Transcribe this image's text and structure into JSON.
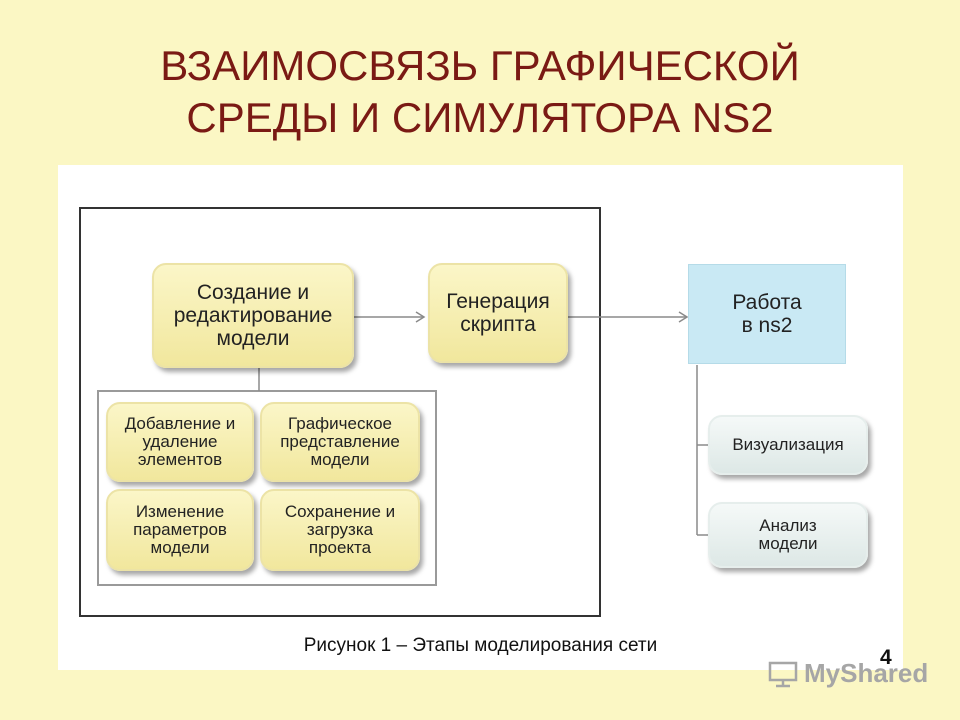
{
  "title": {
    "line1": "ВЗАИМОСВЯЗЬ ГРАФИЧЕСКОЙ",
    "line2": "СРЕДЫ И СИМУЛЯТОРА NS2"
  },
  "diagram": {
    "nodes": {
      "create": "Создание и\nредактирование\nмодели",
      "generate": "Генерация\nскрипта",
      "run": "Работа\nв ns2",
      "add_remove": "Добавление и\nудаление\nэлементов",
      "graphic_view": "Графическое\nпредставление\nмодели",
      "change_params": "Изменение\nпараметров\nмодели",
      "save_load": "Сохранение и\nзагрузка\nпроекта",
      "visualization": "Визуализация",
      "analysis": "Анализ\nмодели"
    },
    "caption": "Рисунок 1 – Этапы моделирования сети"
  },
  "page_number": "4",
  "watermark": "MyShared",
  "colors": {
    "background": "#fbf7c4",
    "title": "#7a1a14",
    "yellow_box": "#f5eeb0",
    "blue_box": "#c9e9f4",
    "pale_box": "#e8f0ee"
  }
}
